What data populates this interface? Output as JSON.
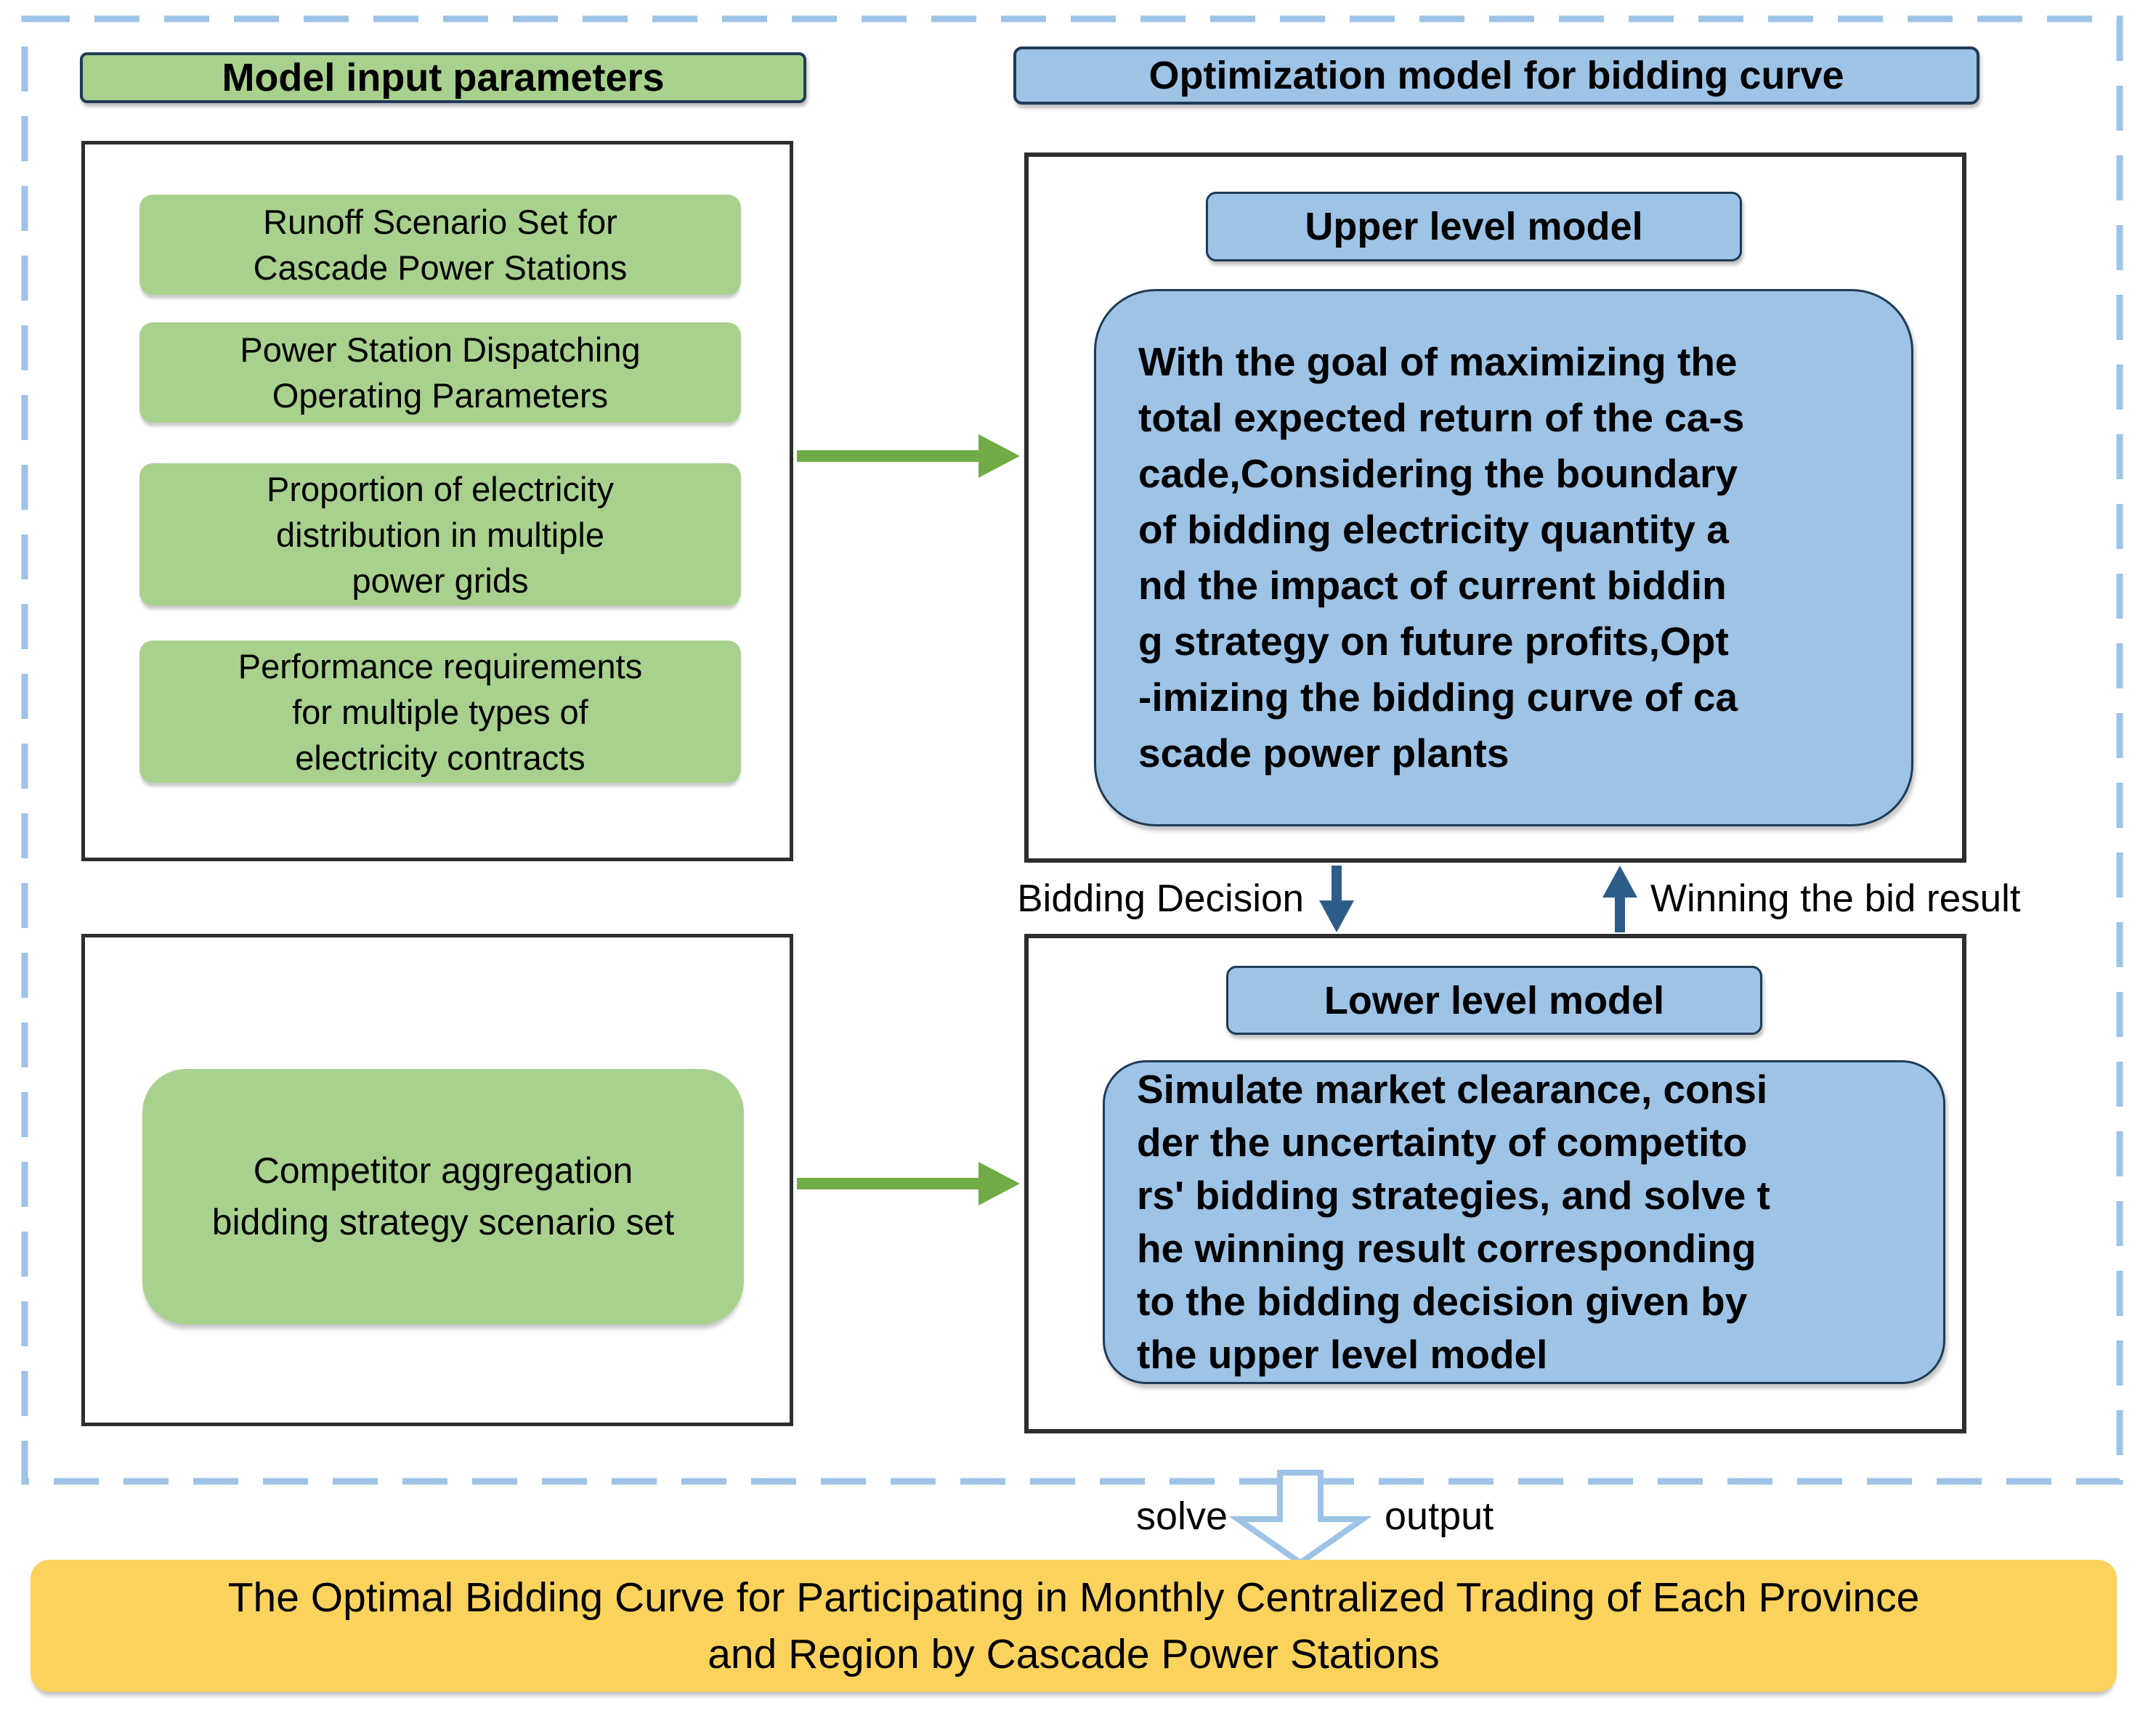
{
  "colors": {
    "green_fill": "#A9D18E",
    "blue_fill": "#9DC3E6",
    "navy_border": "#1F3B57",
    "box_border": "#2E2E2E",
    "green_arrow": "#6FAC46",
    "navy_arrow": "#2E5C88",
    "dash_blue": "#9DC3E6",
    "yellow_fill": "#FBD35C",
    "text": "#000000"
  },
  "left_panel": {
    "header": "Model input parameters",
    "input_boxes": [
      {
        "lines": [
          "Runoff Scenario Set for",
          "Cascade Power Stations"
        ]
      },
      {
        "lines": [
          "Power Station Dispatching",
          "Operating Parameters"
        ]
      },
      {
        "lines": [
          "Proportion of electricity",
          "distribution in multiple",
          "power grids"
        ]
      },
      {
        "lines": [
          "Performance requirements",
          "for multiple types of",
          "electricity contracts"
        ]
      }
    ],
    "competitor_box": {
      "lines": [
        "Competitor aggregation",
        "bidding strategy scenario set"
      ]
    }
  },
  "right_panel": {
    "header": "Optimization model for bidding curve",
    "upper": {
      "title": "Upper level model",
      "body_lines": [
        "With the goal of maximizing the",
        "total expected return of the ca-s",
        "cade,Considering the boundary",
        "of bidding electricity quantity a",
        "nd the impact of current biddin",
        "g strategy on future profits,Opt",
        "-imizing the bidding curve of ca",
        "scade power plants"
      ]
    },
    "lower": {
      "title": "Lower level model",
      "body_lines": [
        "Simulate market clearance, consi",
        "der the uncertainty of competito",
        "rs' bidding strategies, and solve t",
        "he winning result corresponding",
        "to the bidding decision given by",
        "the upper level model"
      ]
    }
  },
  "flow": {
    "bidding_decision": "Bidding Decision",
    "winning_result": "Winning the bid result",
    "solve": "solve",
    "output": "output"
  },
  "result": {
    "lines": [
      "The Optimal Bidding Curve for Participating in Monthly Centralized Trading of Each Province",
      "and Region by Cascade Power Stations"
    ]
  }
}
